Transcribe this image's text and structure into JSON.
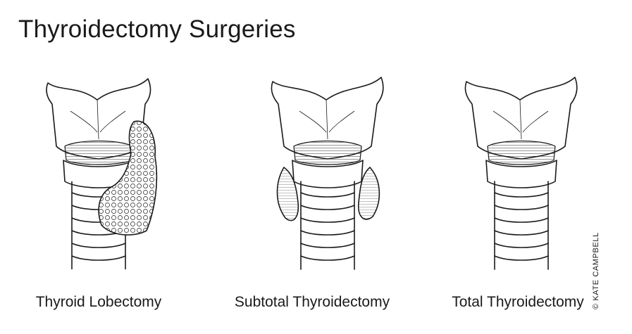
{
  "title": "Thyroidectomy Surgeries",
  "panels": [
    {
      "label": "Thyroid Lobectomy",
      "thyroid": "right-lobe"
    },
    {
      "label": "Subtotal Thyroidectomy",
      "thyroid": "bilateral-remnants"
    },
    {
      "label": "Total Thyroidectomy",
      "thyroid": "none"
    }
  ],
  "credit": "© KATE CAMPBELL",
  "colors": {
    "ink": "#1a1a1a",
    "background": "#ffffff"
  }
}
